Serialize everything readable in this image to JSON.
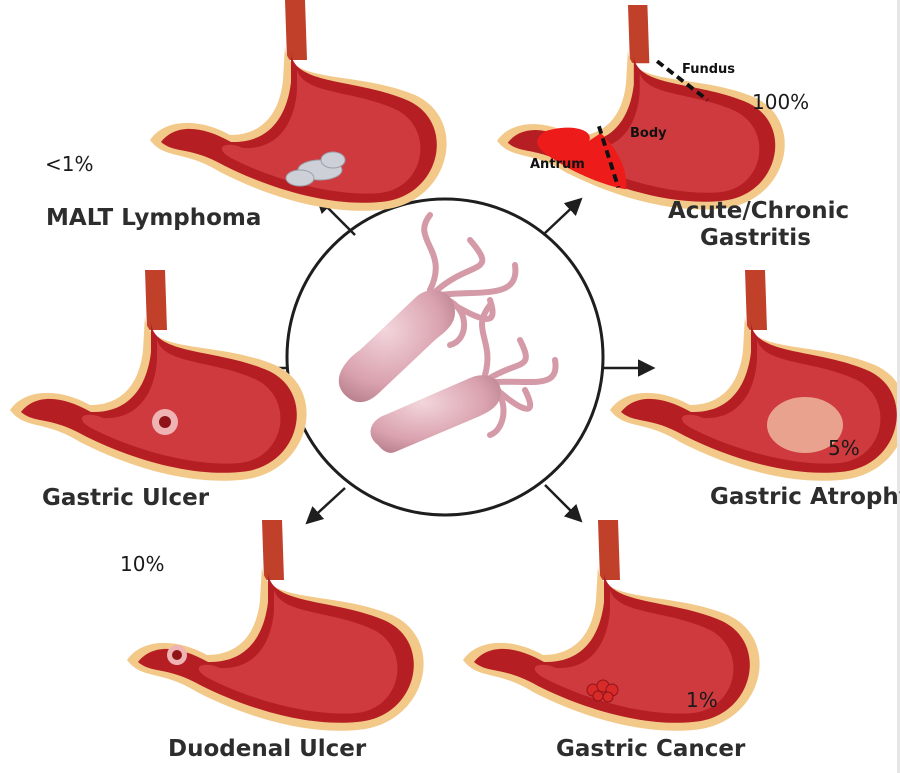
{
  "outcomes": {
    "malt_lymphoma": {
      "name": "MALT Lymphoma",
      "percent": "<1%"
    },
    "gastritis": {
      "name_line1": "Acute/Chronic",
      "name_line2": "Gastritis",
      "percent": "100%"
    },
    "gastric_ulcer": {
      "name": "Gastric Ulcer",
      "percent": "10%"
    },
    "gastric_atrophy": {
      "name": "Gastric Atrophy",
      "percent": "5%"
    },
    "duodenal_ulcer": {
      "name": "Duodenal Ulcer"
    },
    "gastric_cancer": {
      "name": "Gastric Cancer",
      "percent": "1%"
    }
  },
  "stomach_regions": {
    "fundus": "Fundus",
    "body": "Body",
    "antrum": "Antrum"
  },
  "colors": {
    "stomach_wall": "#b51f24",
    "stomach_inner": "#cf3a3e",
    "stomach_rim": "#f3c98a",
    "esophagus": "#c0402a",
    "antrum_highlight": "#ee1b1b",
    "bacterium": "#e2b3bd",
    "arrow": "#1e1e1e"
  },
  "icons": [
    "stomach-icon",
    "helicobacter-bacterium-icon",
    "arrow-icon",
    "lymphoma-mass-icon",
    "ulcer-icon",
    "atrophy-patch-icon",
    "tumor-icon"
  ]
}
